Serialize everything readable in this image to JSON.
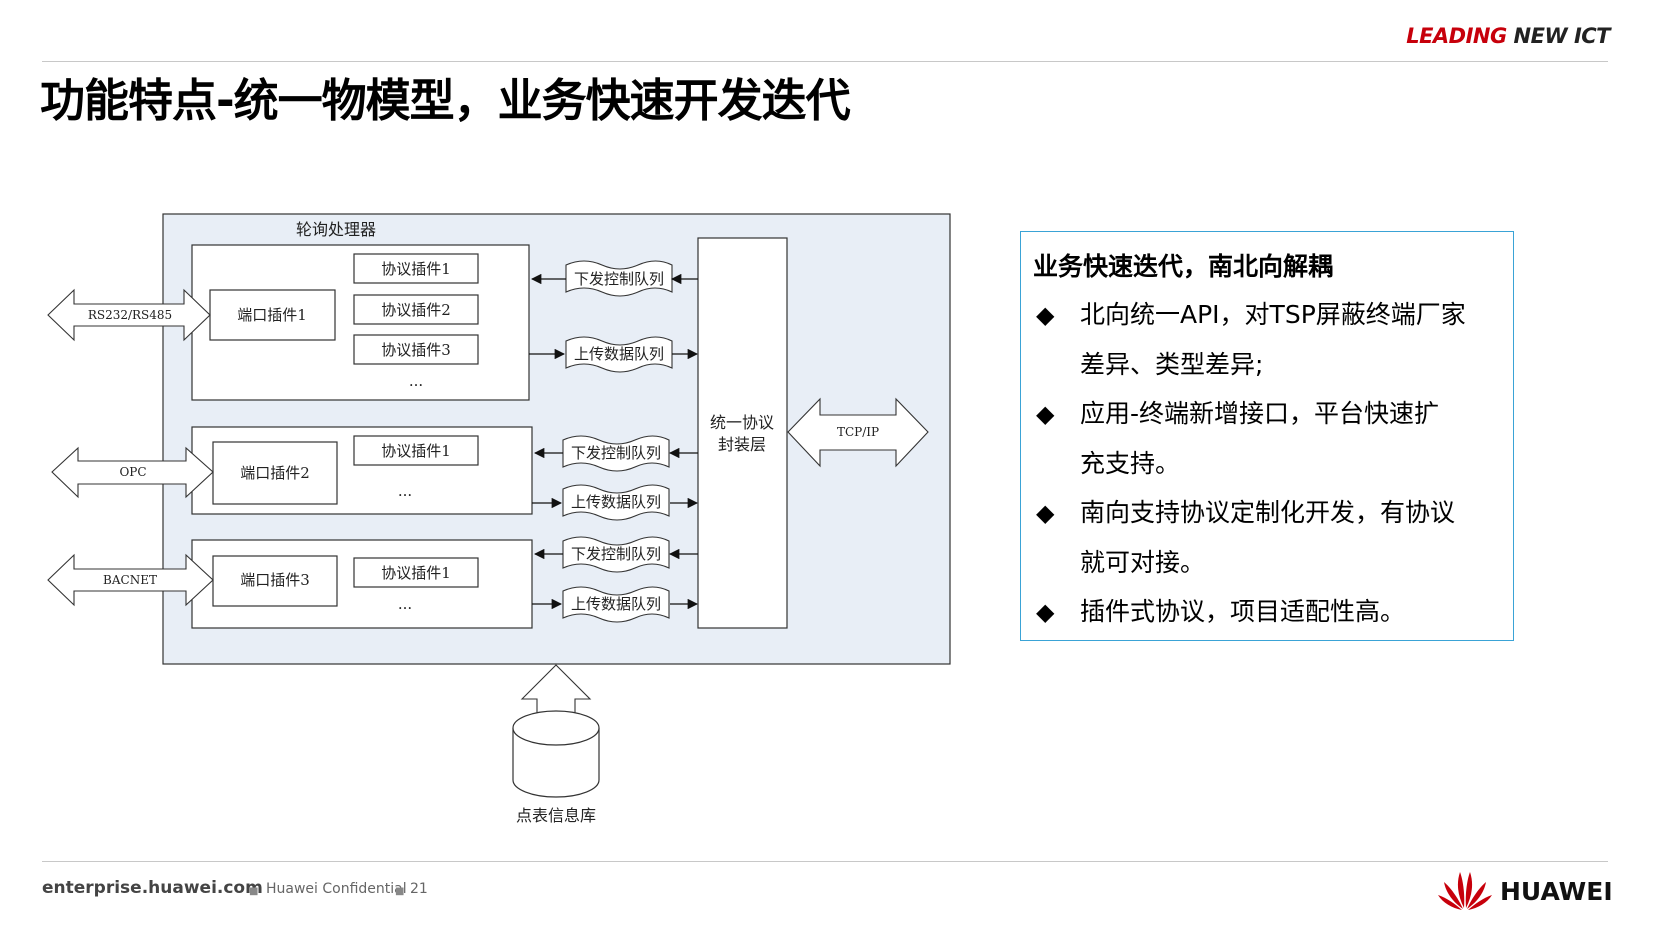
{
  "header": {
    "tagline_red": "LEADING",
    "tagline_dark": "NEW ICT",
    "title": "功能特点-统一物模型，业务快速开发迭代"
  },
  "diagram": {
    "processor_label": "轮询处理器",
    "groups": [
      {
        "interface": "RS232/RS485",
        "port_plugin": "端口插件1",
        "protocol_plugins": [
          "协议插件1",
          "协议插件2",
          "协议插件3"
        ],
        "ellipsis": "...",
        "down_queue": "下发控制队列",
        "up_queue": "上传数据队列"
      },
      {
        "interface": "OPC",
        "port_plugin": "端口插件2",
        "protocol_plugins": [
          "协议插件1"
        ],
        "ellipsis": "...",
        "down_queue": "下发控制队列",
        "up_queue": "上传数据队列"
      },
      {
        "interface": "BACNET",
        "port_plugin": "端口插件3",
        "protocol_plugins": [
          "协议插件1"
        ],
        "ellipsis": "...",
        "down_queue": "下发控制队列",
        "up_queue": "上传数据队列"
      }
    ],
    "protocol_layer": [
      "统一协议",
      "封装层"
    ],
    "network": "TCP/IP",
    "database": "点表信息库"
  },
  "features": {
    "heading": "业务快速迭代，南北向解耦",
    "bullet_glyph": "◆",
    "items": [
      [
        "北向统一API，对TSP屏蔽终端厂家",
        "差异、类型差异;"
      ],
      [
        "应用-终端新增接口，平台快速扩",
        "充支持。"
      ],
      [
        "南向支持协议定制化开发，有协议",
        "就可对接。"
      ],
      [
        "插件式协议，项目适配性高。"
      ]
    ]
  },
  "footer": {
    "site": "enterprise.huawei.com",
    "separator": "■",
    "confidential": "Huawei Confidential",
    "page": "21",
    "brand": "HUAWEI"
  },
  "colors": {
    "brand_red": "#c7000b",
    "diagram_fill": "#e8eef6",
    "feature_border": "#3aa3d6"
  }
}
